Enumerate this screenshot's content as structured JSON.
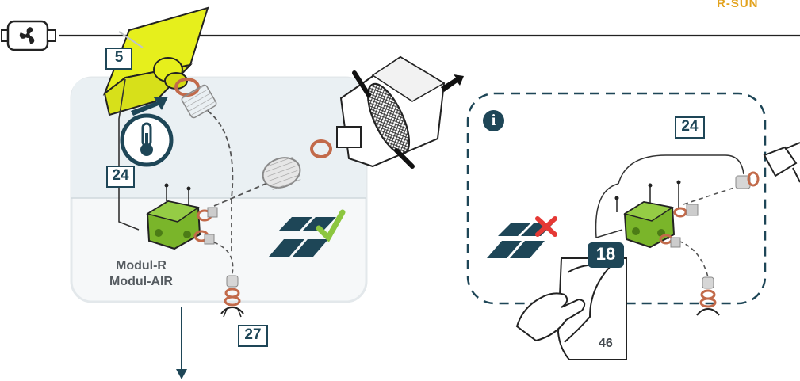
{
  "brand": {
    "name": "R-SUN"
  },
  "step_numbers": {
    "hood": "5",
    "cable_left": "24",
    "conduit": "27",
    "cable_info": "24",
    "manual_page_badge": "18"
  },
  "module_labels": [
    "Modul-R",
    "Modul-AIR"
  ],
  "info_panel": {
    "icon_text": "i"
  },
  "manual": {
    "page_number": "46"
  },
  "colors": {
    "navy": "#1e4657",
    "lime": "#e3f020",
    "green_box": "#7ab52a",
    "copper": "#c26a4a",
    "panel_bg": "#eaf0f3",
    "check_green": "#8cc63f",
    "cross_red": "#e53935"
  },
  "icons": [
    "fan-icon",
    "thermometer-icon",
    "solar-panel-icon",
    "check-icon",
    "cross-icon",
    "hand-icon",
    "info-icon"
  ]
}
